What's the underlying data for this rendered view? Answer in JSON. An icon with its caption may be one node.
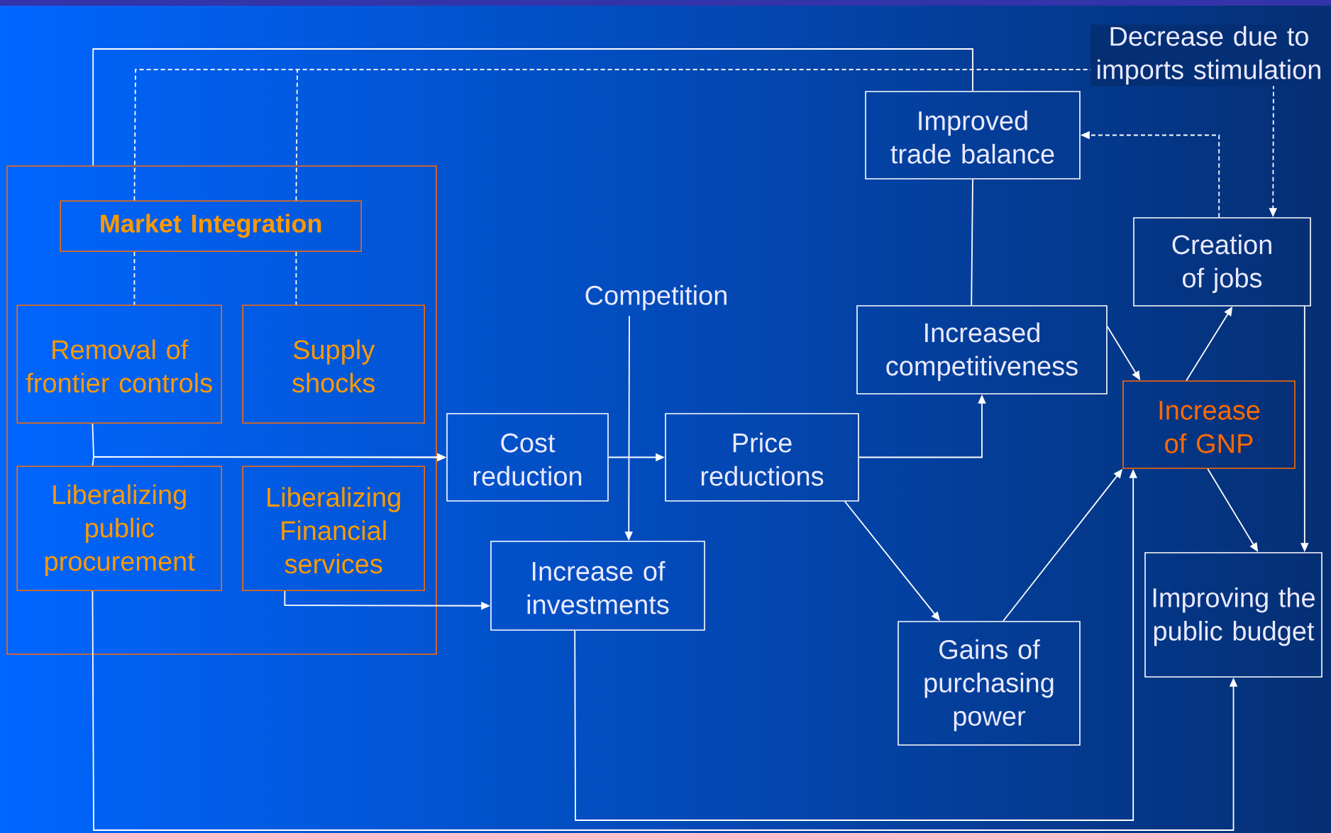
{
  "diagram": {
    "nodes": [
      {
        "text": [],
        "shape": "box"
      },
      {
        "text": [
          "Market Integration"
        ],
        "in": 0
      },
      {
        "text": [
          "Removal of frontier controls"
        ],
        "in": 0
      },
      {
        "text": [
          "Supply shocks"
        ],
        "in": 0
      },
      {
        "text": [
          "Liberalizing public procurement"
        ],
        "in": 0
      },
      {
        "text": [
          "Liberalizing Financial services"
        ],
        "in": 0
      },
      {
        "text": [
          "Competition"
        ]
      },
      {
        "text": [
          "Cost reduction"
        ]
      },
      {
        "text": [
          "Price reductions"
        ]
      },
      {
        "text": [
          "Increase of investments"
        ]
      },
      {
        "text": [
          "Improved trade balance"
        ]
      },
      {
        "text": [
          "Increased competitiveness"
        ]
      },
      {
        "text": [
          "Creation of jobs"
        ]
      },
      {
        "text": [
          "Increase of GNP"
        ]
      },
      {
        "text": [
          "Gains of purchasing power"
        ]
      },
      {
        "text": [
          "Improving the public budget"
        ]
      }
    ],
    "edges": [
      {
        "from": 0,
        "to": 10,
        "arrow": "none"
      },
      {
        "from": 10,
        "to": 11,
        "arrow": "none"
      },
      {
        "from": 1,
        "to": 2,
        "arrow": "none",
        "style": "dashed"
      },
      {
        "from": 1,
        "to": 3,
        "arrow": "none",
        "style": "dashed"
      },
      {
        "from": 1,
        "to": 12,
        "arrow": "to",
        "style": "dashed",
        "label": "Decrease due to imports stimulation"
      },
      {
        "from": 12,
        "to": 10,
        "arrow": "to",
        "style": "dashed"
      },
      {
        "from": 2,
        "to": 7,
        "arrow": "to"
      },
      {
        "from": 4,
        "to": 7,
        "arrow": "to"
      },
      {
        "from": 4,
        "to": 15,
        "arrow": "to"
      },
      {
        "from": 5,
        "to": 9,
        "arrow": "to"
      },
      {
        "from": 6,
        "to": 9,
        "arrow": "to"
      },
      {
        "from": 7,
        "to": 8,
        "arrow": "to"
      },
      {
        "from": 8,
        "to": 11,
        "arrow": "to"
      },
      {
        "from": 8,
        "to": 14,
        "arrow": "to"
      },
      {
        "from": 14,
        "to": 13,
        "arrow": "to"
      },
      {
        "from": 9,
        "to": 13,
        "arrow": "to"
      },
      {
        "from": 11,
        "to": 13,
        "arrow": "to"
      },
      {
        "from": 13,
        "to": 12,
        "arrow": "to"
      },
      {
        "from": 13,
        "to": 15,
        "arrow": "to"
      },
      {
        "from": 12,
        "to": 15,
        "arrow": "to"
      }
    ]
  }
}
